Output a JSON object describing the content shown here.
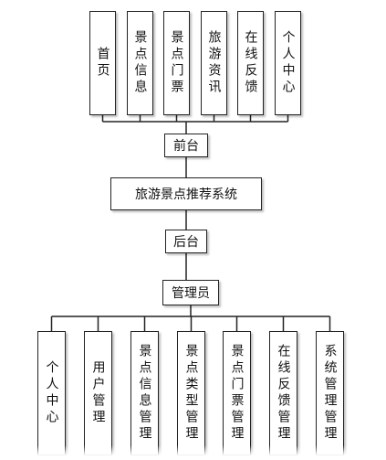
{
  "frontend": {
    "label": "前台",
    "pages": [
      "首页",
      "景点信息",
      "景点门票",
      "旅游资讯",
      "在线反馈",
      "个人中心"
    ]
  },
  "system": {
    "label": "旅游景点推荐系统"
  },
  "backend": {
    "label": "后台"
  },
  "admin": {
    "label": "管理员",
    "modules": [
      "个人中心",
      "用户管理",
      "景点信息管理",
      "景点类型管理",
      "景点门票管理",
      "在线反馈管理",
      "系统管理管理"
    ]
  },
  "colors": {
    "line": "#222222",
    "box_fill": "#ffffff",
    "text": "#111111"
  }
}
